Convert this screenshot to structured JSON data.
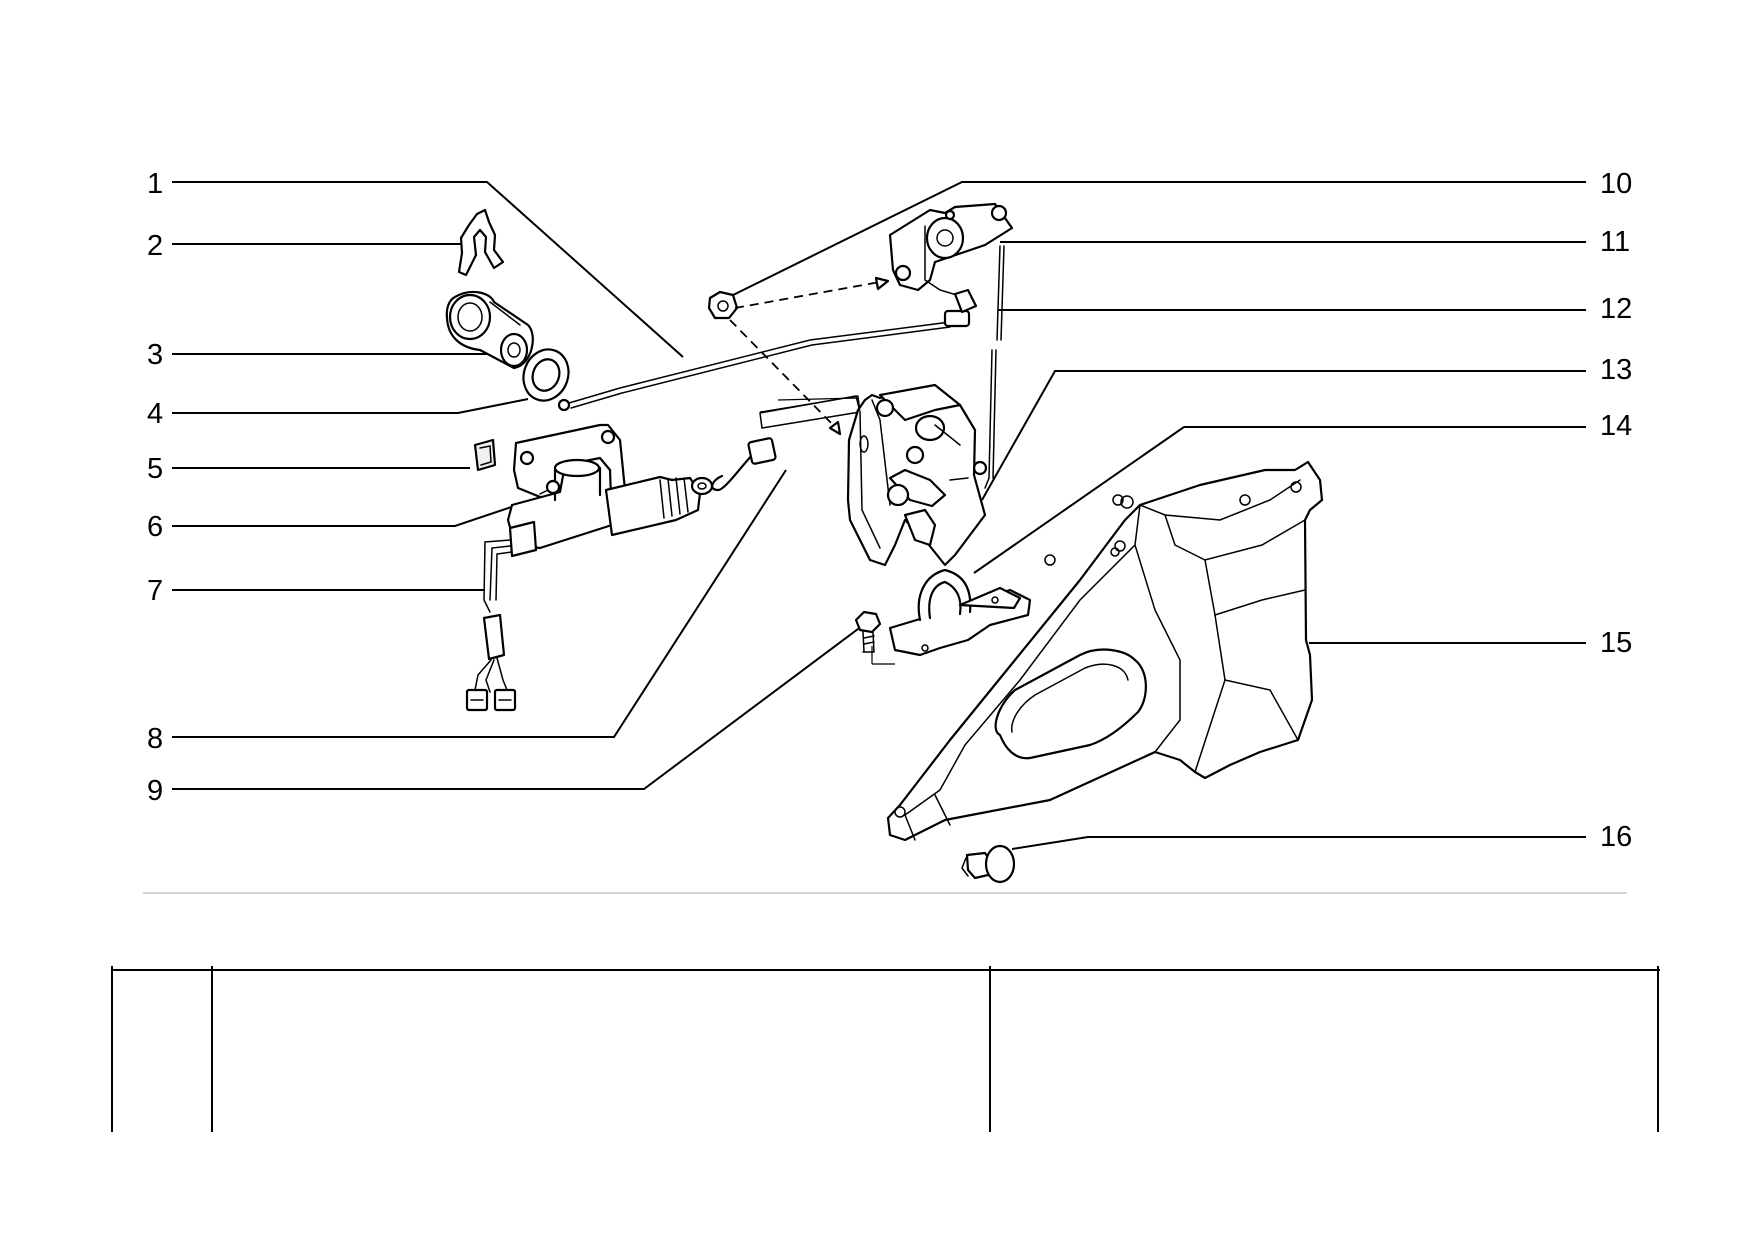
{
  "callouts": {
    "c1": "1",
    "c2": "2",
    "c3": "3",
    "c4": "4",
    "c5": "5",
    "c6": "6",
    "c7": "7",
    "c8": "8",
    "c9": "9",
    "c10": "10",
    "c11": "11",
    "c12": "12",
    "c13": "13",
    "c14": "14",
    "c15": "15",
    "c16": "16"
  },
  "table": {
    "columns": [
      "",
      "",
      ""
    ]
  }
}
